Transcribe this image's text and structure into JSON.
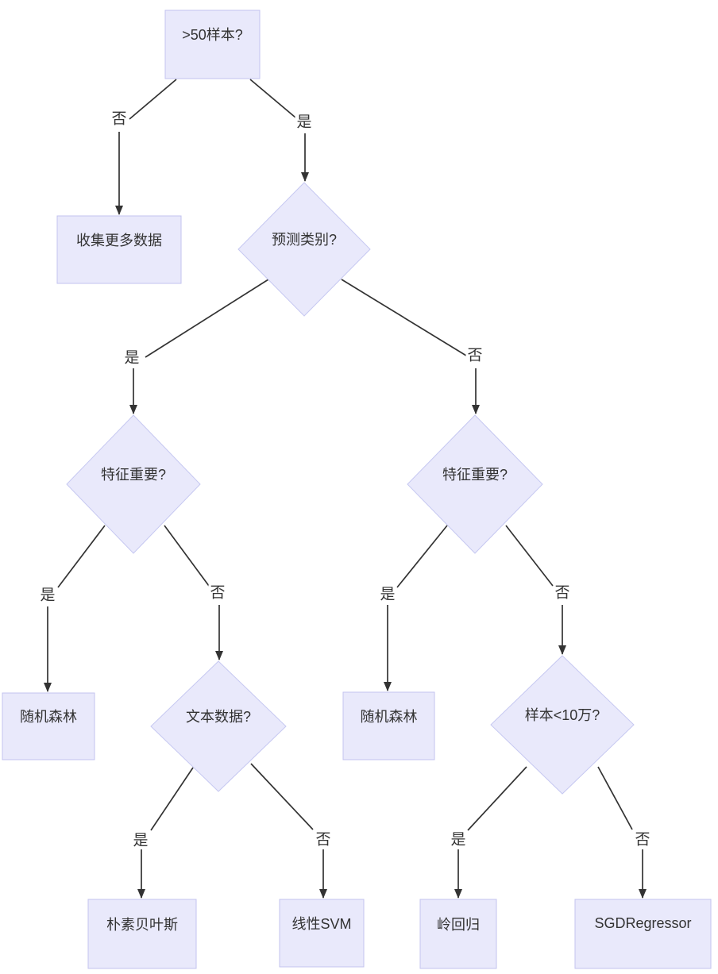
{
  "diagram": {
    "type": "flowchart-decision-tree",
    "colors": {
      "background": "#ffffff",
      "node_fill": "#e9e9fb",
      "node_border": "#c3c3ef",
      "edge_color": "#333333",
      "text_color": "#333333"
    },
    "nodes": [
      {
        "id": "gt50-samples",
        "type": "rect",
        "label": ">50样本?"
      },
      {
        "id": "collect-more-data",
        "type": "rect",
        "label": "收集更多数据"
      },
      {
        "id": "predict-category",
        "type": "diamond",
        "label": "预测类别?"
      },
      {
        "id": "features-important-left",
        "type": "diamond",
        "label": "特征重要?"
      },
      {
        "id": "features-important-right",
        "type": "diamond",
        "label": "特征重要?"
      },
      {
        "id": "random-forest-left",
        "type": "rect",
        "label": "随机森林"
      },
      {
        "id": "text-data",
        "type": "diamond",
        "label": "文本数据?"
      },
      {
        "id": "random-forest-right",
        "type": "rect",
        "label": "随机森林"
      },
      {
        "id": "samples-lt-100k",
        "type": "diamond",
        "label": "样本<10万?"
      },
      {
        "id": "naive-bayes",
        "type": "rect",
        "label": "朴素贝叶斯"
      },
      {
        "id": "linear-svm",
        "type": "rect",
        "label": "线性SVM"
      },
      {
        "id": "ridge-regression",
        "type": "rect",
        "label": "岭回归"
      },
      {
        "id": "sgd-regressor",
        "type": "rect",
        "label": "SGDRegressor"
      }
    ],
    "edges": [
      {
        "from": "gt50-samples",
        "to": "collect-more-data",
        "label": "否"
      },
      {
        "from": "gt50-samples",
        "to": "predict-category",
        "label": "是"
      },
      {
        "from": "predict-category",
        "to": "features-important-left",
        "label": "是"
      },
      {
        "from": "predict-category",
        "to": "features-important-right",
        "label": "否"
      },
      {
        "from": "features-important-left",
        "to": "random-forest-left",
        "label": "是"
      },
      {
        "from": "features-important-left",
        "to": "text-data",
        "label": "否"
      },
      {
        "from": "features-important-right",
        "to": "random-forest-right",
        "label": "是"
      },
      {
        "from": "features-important-right",
        "to": "samples-lt-100k",
        "label": "否"
      },
      {
        "from": "text-data",
        "to": "naive-bayes",
        "label": "是"
      },
      {
        "from": "text-data",
        "to": "linear-svm",
        "label": "否"
      },
      {
        "from": "samples-lt-100k",
        "to": "ridge-regression",
        "label": "是"
      },
      {
        "from": "samples-lt-100k",
        "to": "sgd-regressor",
        "label": "否"
      }
    ]
  }
}
